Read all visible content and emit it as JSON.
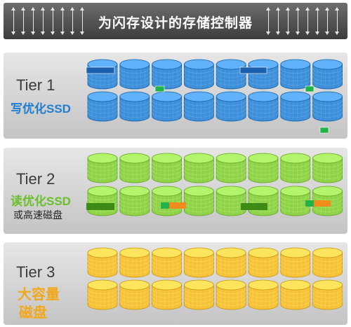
{
  "header": {
    "title": "为闪存设计的存储控制器"
  },
  "tiers": [
    {
      "name": "Tier 1",
      "sub": "写优化SSD",
      "color": "#3f8fd8",
      "sub_color": "#1f7ed0"
    },
    {
      "name": "Tier 2",
      "sub": "读优化SSD",
      "sub2": "或高速磁盘",
      "color": "#8fd24a",
      "sub_color": "#6abf2a"
    },
    {
      "name": "Tier 3",
      "sub": "大容量",
      "sub2_bold": "磁盘",
      "color": "#f6c23a",
      "sub_color": "#f2a81c"
    }
  ],
  "accent_colors": {
    "blue_block": "#1c5fae",
    "green_block": "#1fb34a",
    "dark_green_block": "#3d8a16",
    "orange_block": "#f28a1c"
  }
}
